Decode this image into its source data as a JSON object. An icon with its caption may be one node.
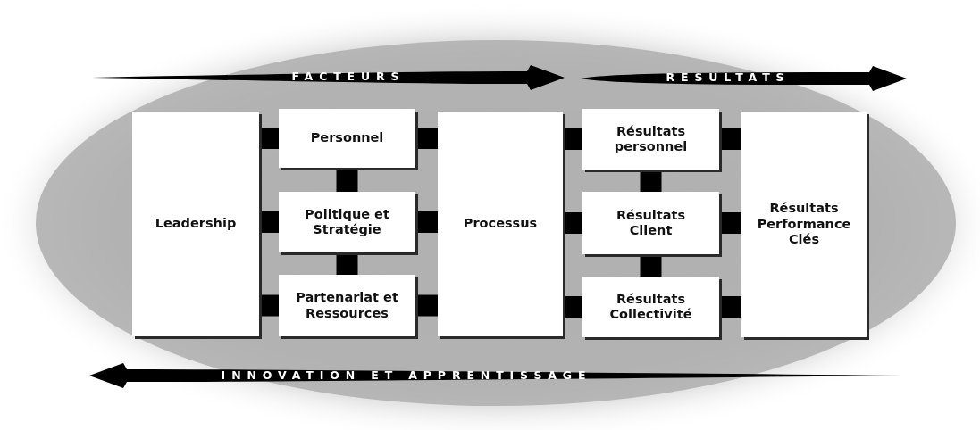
{
  "diagram": {
    "nodes": [
      {
        "text": [
          "Leadership"
        ]
      },
      {
        "text": [
          "Personnel"
        ]
      },
      {
        "text": [
          "Politique et Stratégie"
        ]
      },
      {
        "text": [
          "Partenariat et Ressources"
        ]
      },
      {
        "text": [
          "Processus"
        ]
      },
      {
        "text": [
          "Résultats personnel"
        ]
      },
      {
        "text": [
          "Résultats Client"
        ]
      },
      {
        "text": [
          "Résultats Collectivité"
        ]
      },
      {
        "text": [
          "Résultats Performance Clés"
        ]
      }
    ],
    "edges": [
      {
        "from": 0,
        "to": 1,
        "arrow": "none"
      },
      {
        "from": 0,
        "to": 2,
        "arrow": "none"
      },
      {
        "from": 0,
        "to": 3,
        "arrow": "none"
      },
      {
        "from": 1,
        "to": 2,
        "arrow": "none"
      },
      {
        "from": 2,
        "to": 3,
        "arrow": "none"
      },
      {
        "from": 1,
        "to": 4,
        "arrow": "none"
      },
      {
        "from": 2,
        "to": 4,
        "arrow": "none"
      },
      {
        "from": 3,
        "to": 4,
        "arrow": "none"
      },
      {
        "from": 4,
        "to": 5,
        "arrow": "none"
      },
      {
        "from": 4,
        "to": 6,
        "arrow": "none"
      },
      {
        "from": 4,
        "to": 7,
        "arrow": "none"
      },
      {
        "from": 5,
        "to": 6,
        "arrow": "none"
      },
      {
        "from": 6,
        "to": 7,
        "arrow": "none"
      },
      {
        "from": 5,
        "to": 8,
        "arrow": "none"
      },
      {
        "from": 6,
        "to": 8,
        "arrow": "none"
      },
      {
        "from": 7,
        "to": 8,
        "arrow": "none"
      }
    ],
    "labels": [
      "FACTEURS",
      "RESULTATS",
      "INNOVATION ET APPRENTISSAGE"
    ]
  }
}
